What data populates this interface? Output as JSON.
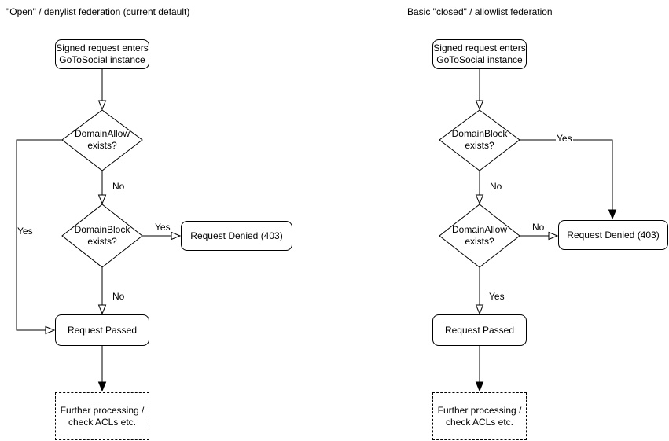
{
  "colors": {
    "stroke": "#000000",
    "background": "#ffffff"
  },
  "left": {
    "title": "\"Open\" / denylist federation (current default)",
    "start": "Signed request enters\nGoToSocial instance",
    "decision1": "DomainAllow\nexists?",
    "decision2": "DomainBlock\nexists?",
    "denied": "Request Denied (403)",
    "passed": "Request Passed",
    "further": "Further processing /\ncheck ACLs etc.",
    "edge_labels": {
      "d1_down": "No",
      "d1_side": "Yes",
      "d2_side": "Yes",
      "d2_down": "No"
    }
  },
  "right": {
    "title": "Basic \"closed\" / allowlist federation",
    "start": "Signed request enters\nGoToSocial instance",
    "decision1": "DomainBlock\nexists?",
    "decision2": "DomainAllow\nexists?",
    "denied": "Request Denied (403)",
    "passed": "Request Passed",
    "further": "Further processing /\ncheck ACLs etc.",
    "edge_labels": {
      "d1_down": "No",
      "d1_side": "Yes",
      "d2_side": "No",
      "d2_down": "Yes"
    }
  }
}
